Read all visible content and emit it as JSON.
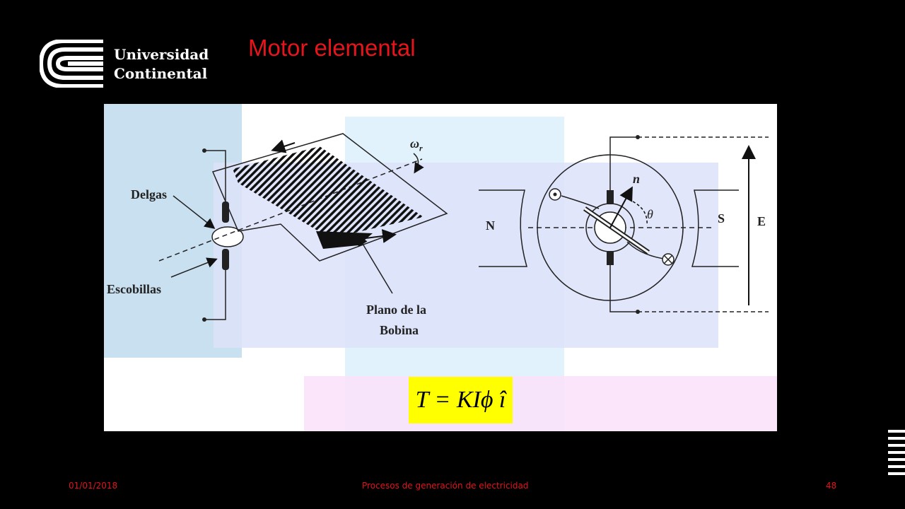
{
  "header": {
    "logo_line1": "Universidad",
    "logo_line2": "Continental",
    "title": "Motor elemental"
  },
  "figure": {
    "labels": {
      "delgas": "Delgas",
      "escobillas": "Escobillas",
      "plano_line1": "Plano de la",
      "plano_line2": "Bobina",
      "N": "N",
      "S": "S",
      "E": "E",
      "omega": "ω",
      "omega_sub": "r",
      "n": "n",
      "theta": "θ"
    },
    "formula": "T = KIϕ  î"
  },
  "footer": {
    "date": "01/01/2018",
    "course": "Procesos de generación de electricidad",
    "page": "48"
  },
  "colors": {
    "title": "#e8141c",
    "footer": "#e0141c",
    "formula_bg": "#ffff00"
  }
}
